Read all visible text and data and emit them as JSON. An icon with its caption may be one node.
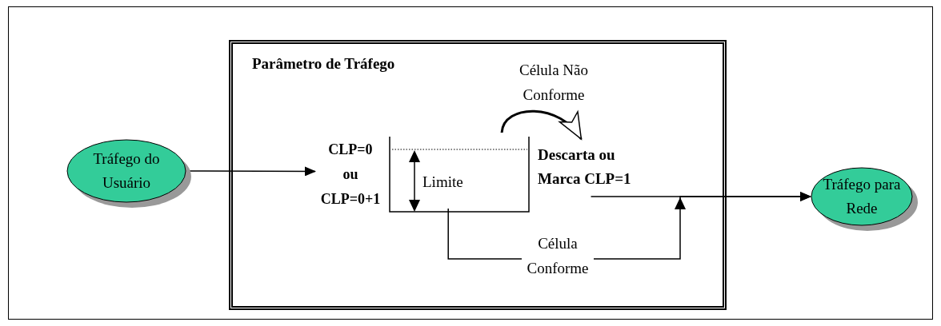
{
  "diagram": {
    "nodes": [
      {
        "text": [
          "Tráfego do Usuário"
        ]
      },
      {
        "text": [
          "Parâmetro de Tráfego"
        ]
      },
      {
        "text": [
          "CLP=0 ou CLP=0+1"
        ],
        "in": 1
      },
      {
        "text": [
          "Limite"
        ],
        "in": 1
      },
      {
        "text": [
          "Descarta ou Marca CLP=1"
        ],
        "in": 1
      },
      {
        "text": [
          "Tráfego para Rede"
        ]
      }
    ],
    "edges": [
      {
        "from": 0,
        "to": 2,
        "arrow": "to"
      },
      {
        "from": 3,
        "to": 4,
        "arrow": "to",
        "label": "Célula Não Conforme"
      },
      {
        "from": 3,
        "to": 5,
        "arrow": "to",
        "label": "Célula Conforme"
      },
      {
        "from": 4,
        "to": 5,
        "arrow": "to"
      }
    ]
  }
}
